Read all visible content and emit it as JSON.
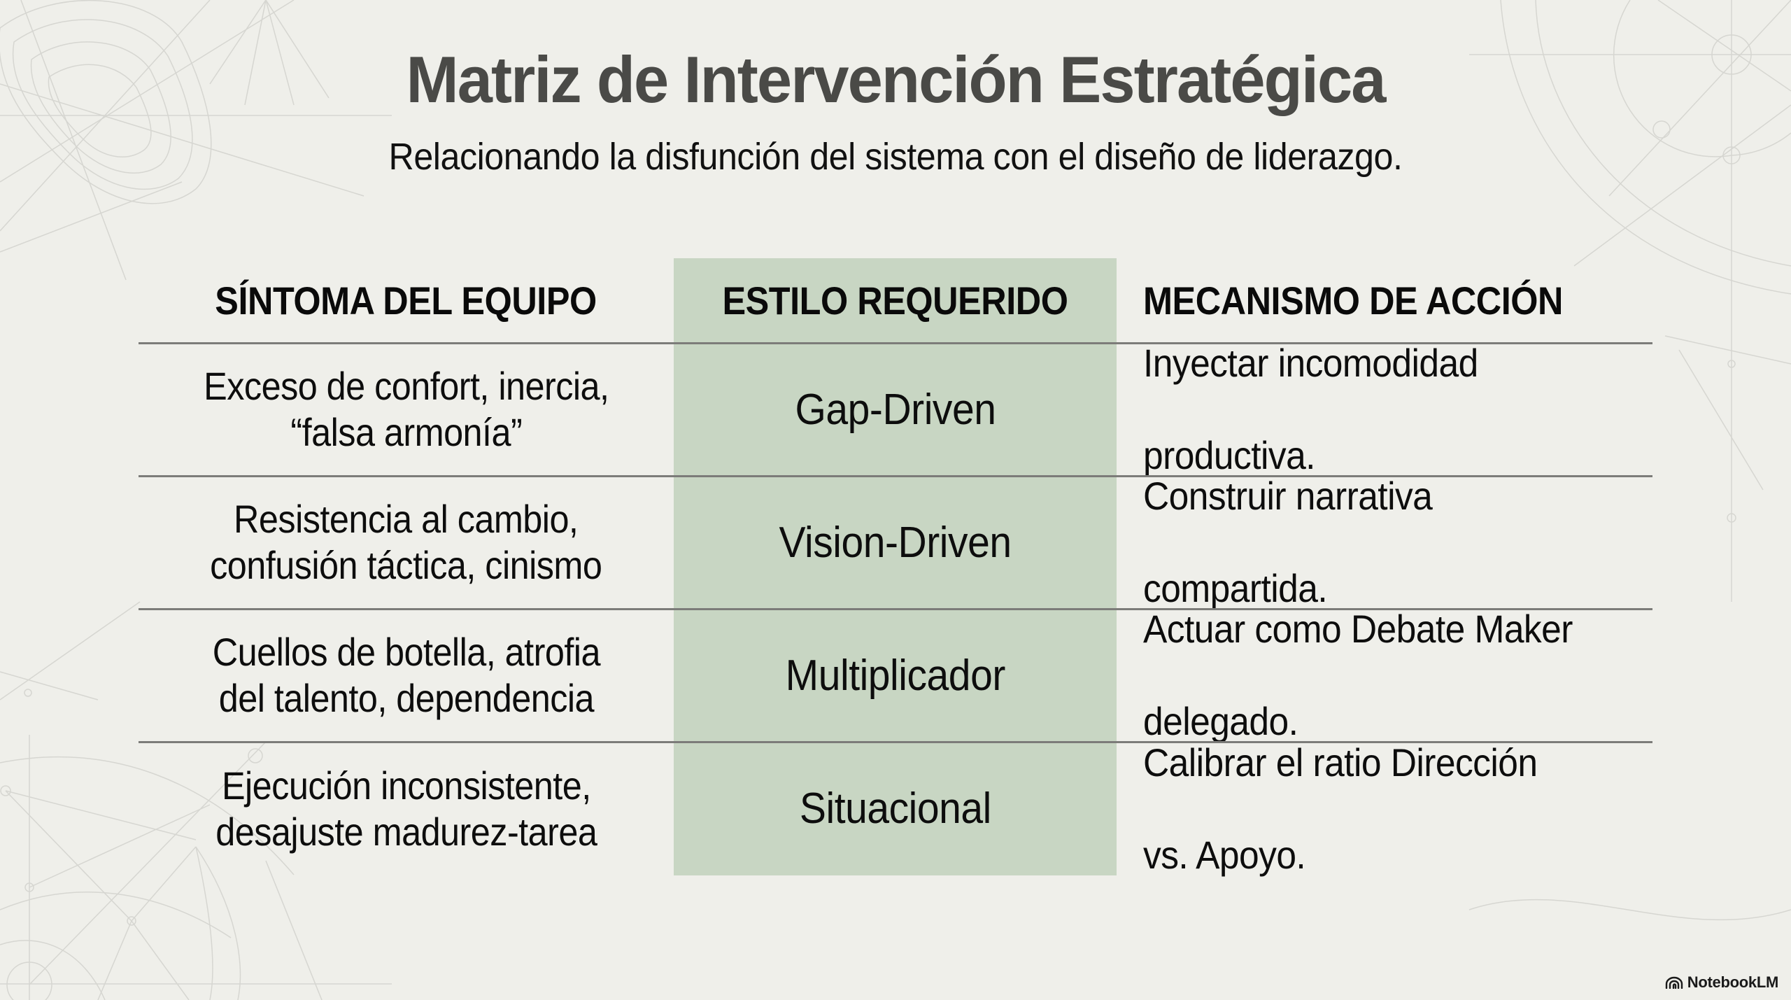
{
  "slide": {
    "title": "Matriz de Intervención Estratégica",
    "subtitle": "Relacionando la disfunción del sistema con el diseño de liderazgo."
  },
  "matrix": {
    "headers": {
      "symptom": "SÍNTOMA DEL EQUIPO",
      "style": "ESTILO REQUERIDO",
      "mechanism": "MECANISMO DE ACCIÓN"
    },
    "rows": [
      {
        "symptom_line1": "Exceso de confort, inercia,",
        "symptom_line2": "“falsa armonía”",
        "style": "Gap-Driven",
        "mechanism_line1": "Inyectar incomodidad",
        "mechanism_line2": "productiva."
      },
      {
        "symptom_line1": "Resistencia al cambio,",
        "symptom_line2": "confusión táctica, cinismo",
        "style": "Vision-Driven",
        "mechanism_line1": "Construir narrativa",
        "mechanism_line2": "compartida."
      },
      {
        "symptom_line1": "Cuellos de botella, atrofia",
        "symptom_line2": "del talento, dependencia",
        "style": "Multiplicador",
        "mechanism_line1": "Actuar como Debate Maker",
        "mechanism_line2": "delegado."
      },
      {
        "symptom_line1": "Ejecución inconsistente,",
        "symptom_line2": "desajuste madurez-tarea",
        "style": "Situacional",
        "mechanism_line1": "Calibrar el ratio Dirección",
        "mechanism_line2": "vs. Apoyo."
      }
    ]
  },
  "branding": {
    "icon": "notebooklm-logo-icon",
    "label": "NotebookLM"
  },
  "colors": {
    "background": "#efefea",
    "highlight_column": "#c8d6c3",
    "title": "#4a4a47",
    "text": "#0d0d0d",
    "rule": "#7c7c79"
  }
}
